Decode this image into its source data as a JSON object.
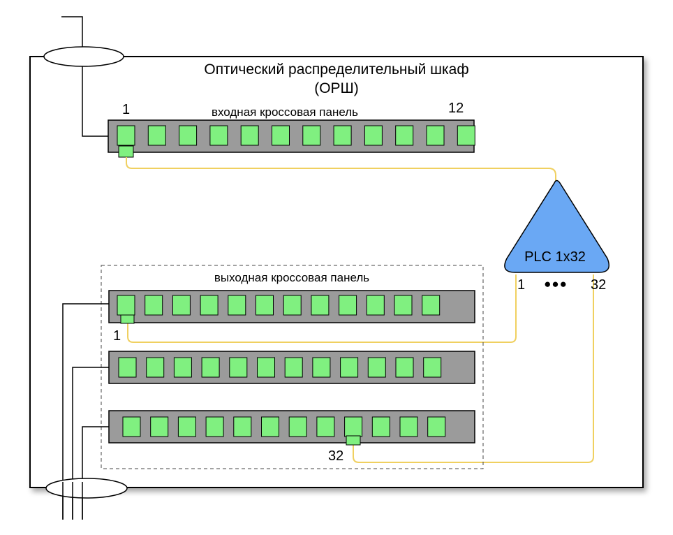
{
  "cabinet": {
    "title_line1": "Оптический распределительный шкаф",
    "title_line2": "(ОРШ)"
  },
  "input_panel": {
    "label": "входная кроссовая панель",
    "first_port_label": "1",
    "last_port_label": "12",
    "port_count": 12
  },
  "output_group": {
    "label": "выходная кроссовая панель",
    "panels": [
      {
        "port_count": 12,
        "first_port_label": "1"
      },
      {
        "port_count": 12
      },
      {
        "port_count": 12,
        "connected_port_label": "32"
      }
    ]
  },
  "splitter": {
    "label": "PLC 1x32",
    "output_first_label": "1",
    "output_last_label": "32",
    "ellipsis": "●●●"
  },
  "colors": {
    "port_fill": "#80f080",
    "panel_fill": "#9b9b9b",
    "patch_cord": "#f0d060",
    "splitter_fill": "#6aa8f4",
    "cable": "#000000"
  }
}
